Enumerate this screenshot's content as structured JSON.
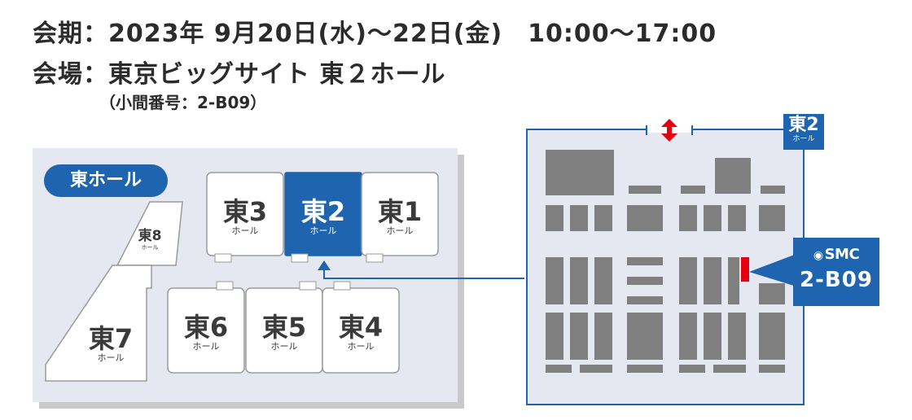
{
  "event": {
    "period_label": "会期：",
    "period_value": "2023年 9月20日(水)～22日(金)　10:00～17:00",
    "venue_label": "会場：",
    "venue_value": "東京ビッグサイト 東２ホール",
    "booth_note": "（小間番号：2-B09）"
  },
  "overview_map": {
    "area_label": "東ホール",
    "halls": [
      {
        "name": "東1",
        "sub": "ホール"
      },
      {
        "name": "東2",
        "sub": "ホール"
      },
      {
        "name": "東3",
        "sub": "ホール"
      },
      {
        "name": "東4",
        "sub": "ホール"
      },
      {
        "name": "東5",
        "sub": "ホール"
      },
      {
        "name": "東6",
        "sub": "ホール"
      },
      {
        "name": "東7",
        "sub": "ホール"
      },
      {
        "name": "東8",
        "sub": "ホール"
      }
    ],
    "highlighted_hall": "東2"
  },
  "hall_detail": {
    "hall_tag": "東2",
    "hall_tag_sub": "ホール",
    "exhibitor": "SMC",
    "booth_code": "2-B09"
  },
  "colors": {
    "brand_blue": "#1f64ae",
    "booth_red": "#e50012",
    "map_background": "#e5e8f0",
    "booth_gray": "#808080"
  }
}
